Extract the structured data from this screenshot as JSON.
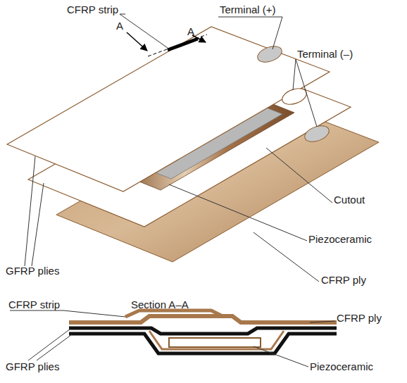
{
  "diagram": {
    "labels": [
      "CFRP strip",
      "Terminal (+)",
      "A",
      "A",
      "Terminal (–)",
      "Cutout",
      "Piezoceramic",
      "GFRP plies",
      "CFRP ply",
      "CFRP strip",
      "Section A–A",
      "CFRP ply",
      "GFRP plies",
      "Piezoceramic"
    ]
  }
}
